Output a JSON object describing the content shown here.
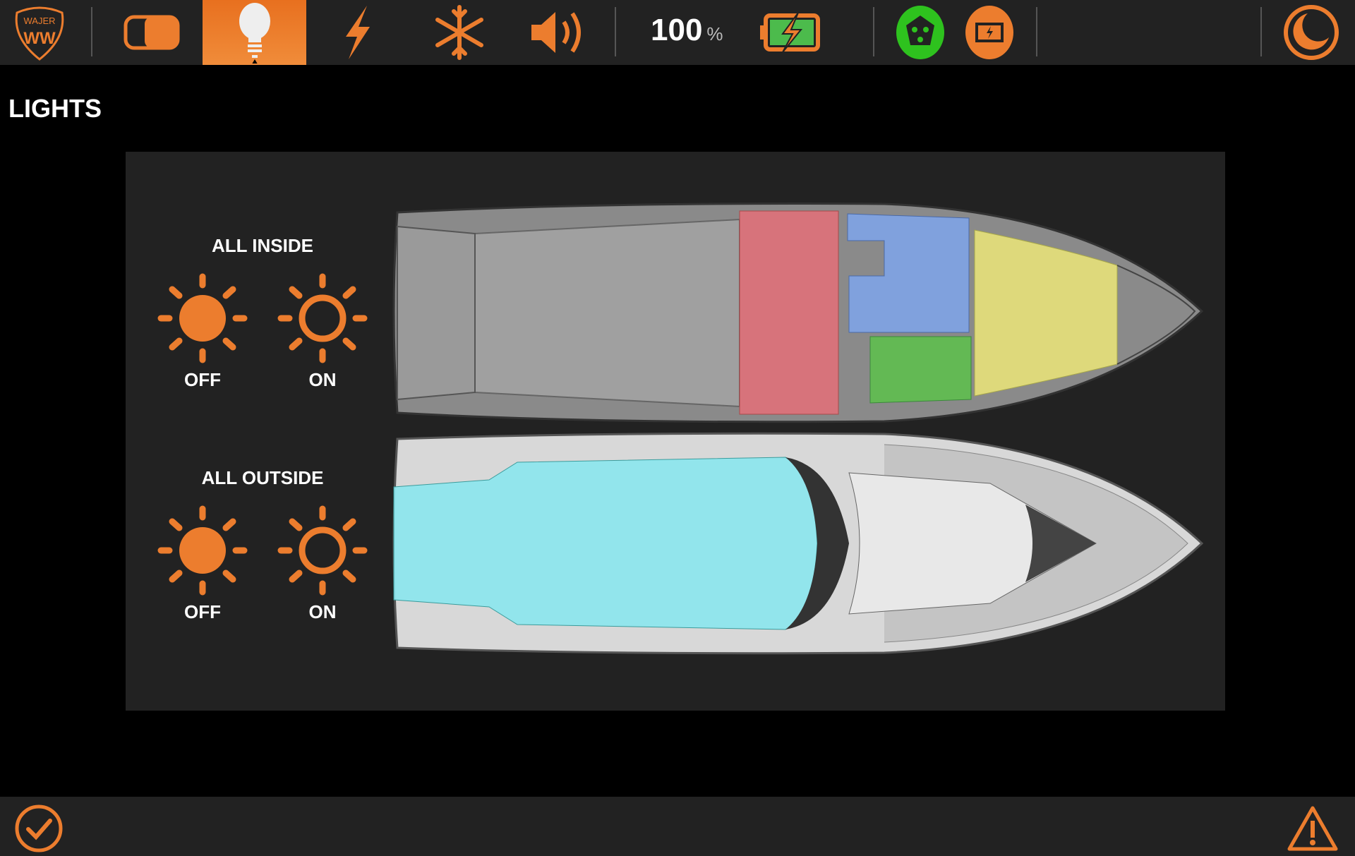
{
  "topbar": {
    "logo_text": "WAJER",
    "battery_percent": "100",
    "percent_sign": "%",
    "items": [
      "toggle-icon",
      "light-bulb-icon",
      "lightning-icon",
      "snowflake-icon",
      "speaker-icon",
      "battery-icon",
      "shore-power-icon",
      "charger-icon",
      "night-mode-icon"
    ],
    "accent": "#ec7d2e",
    "active": "lights"
  },
  "page": {
    "title": "LIGHTS"
  },
  "groups": [
    {
      "title": "ALL INSIDE",
      "off": "OFF",
      "on": "ON"
    },
    {
      "title": "ALL OUTSIDE",
      "off": "OFF",
      "on": "ON"
    }
  ],
  "zones": {
    "colors": {
      "red": "#e0717a",
      "blue": "#7fa4e6",
      "yellow": "#e8e27a",
      "green": "#5fbf4f",
      "cyan": "#8fe6ee"
    }
  },
  "bottombar": {
    "items": [
      "check-icon",
      "warning-icon"
    ]
  }
}
